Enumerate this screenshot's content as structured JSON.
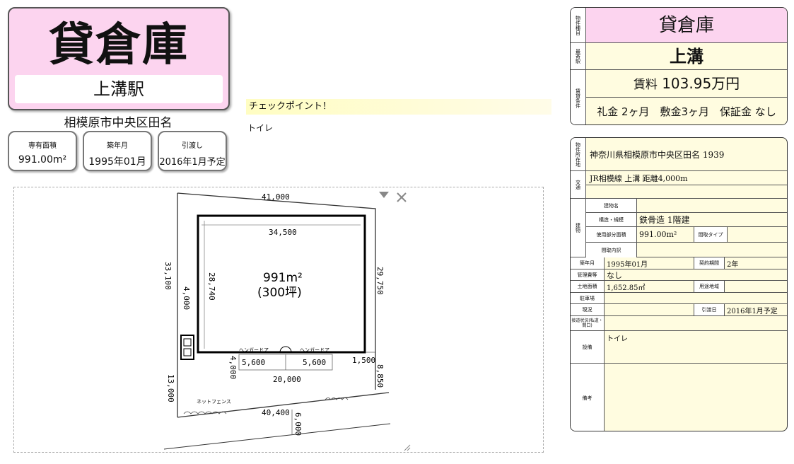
{
  "header": {
    "property_type": "貸倉庫",
    "station": "上溝駅",
    "address": "相模原市中央区田名"
  },
  "stats": [
    {
      "label": "専有面積",
      "value": "991.00m²"
    },
    {
      "label": "築年月",
      "value": "1995年01月"
    },
    {
      "label": "引渡し",
      "value": "2016年1月予定"
    }
  ],
  "checkpoint": {
    "heading": "チェックポイント！",
    "text": "トイレ"
  },
  "floorplan": {
    "dims": {
      "top": "41,000",
      "inner_top": "34,500",
      "left": "33,100",
      "inner_left": "28,740",
      "right": "29,750",
      "left_small": "4,000",
      "bottom_left_small": "4,000",
      "door1": "5,600",
      "door2": "5,600",
      "bottom_inner": "20,000",
      "right_small": "1,500",
      "right_lower": "8,850",
      "left_lower": "13,000",
      "bottom": "40,400",
      "bottom_small": "6,000"
    },
    "area_m2": "991m²",
    "area_tsubo": "(300坪)",
    "door_label_1": "ヘンガードア",
    "door_label_2": "ヘンガードア",
    "fence_label": "ネットフェンス"
  },
  "summary": {
    "type_label": "物件種目",
    "type_value": "貸倉庫",
    "station_label": "最寄駅",
    "station_value": "上溝",
    "terms_label": "賃貸条件",
    "rent_label": "賃料",
    "rent_value": "103.95万円",
    "deposits": "礼金 2ヶ月　敷金3ヶ月　保証金 なし"
  },
  "detail": {
    "location_label": "物件所在地",
    "location_value": "神奈川県相模原市中央区田名 1939",
    "transport_label": "交通",
    "transport_value": "JR相模線 上溝 距離4,000m",
    "building_label": "建物",
    "building_name_label": "建物名",
    "structure_label": "構造・規模",
    "structure_value": "鉄骨造 1階建",
    "area_label": "使用部分面積",
    "area_value": "991.00m²",
    "layout_type_label": "間取タイプ",
    "layout_detail_label": "間取内訳",
    "built_label": "築年月",
    "built_value": "1995年01月",
    "term_label": "契約期間",
    "term_value": "2年",
    "mgmt_label": "管理費等",
    "mgmt_value": "なし",
    "land_label": "土地面積",
    "land_value": "1,652.85㎡",
    "zoning_label": "用途地域",
    "parking_label": "駐車場",
    "status_label": "現況",
    "delivery_label": "引渡日",
    "delivery_value": "2016年1月予定",
    "road_label": "接道状況(私道・間口)",
    "equipment_label": "設備",
    "equipment_value": "トイレ",
    "remarks_label": "備考"
  }
}
